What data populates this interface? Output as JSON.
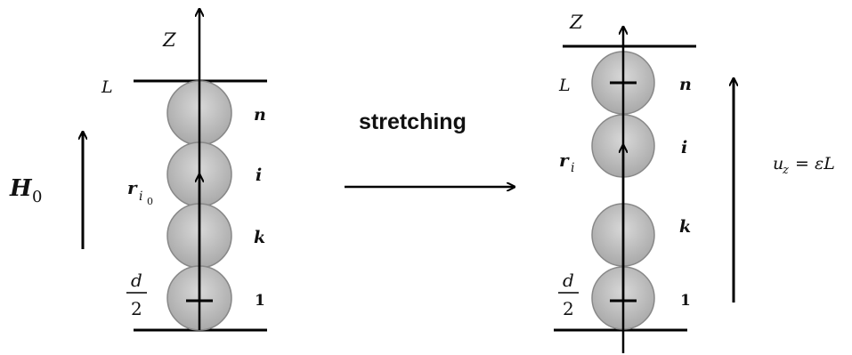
{
  "left": {
    "axis_label": "Z",
    "top_label": "L",
    "field_label": "H",
    "field_sub": "0",
    "r_label": "r",
    "r_sub": "i",
    "r_sub_sub": "0",
    "d_num": "d",
    "d_den": "2",
    "particles": [
      "n",
      "i",
      "k",
      "1"
    ]
  },
  "middle": {
    "label": "stretching"
  },
  "right": {
    "axis_label": "Z",
    "top_label": "L",
    "r_label": "r",
    "r_sub": "i",
    "d_num": "d",
    "d_den": "2",
    "particles": [
      "n",
      "i",
      "k",
      "1"
    ],
    "disp_u": "u",
    "disp_sub": "z",
    "disp_eq": " = εL"
  }
}
